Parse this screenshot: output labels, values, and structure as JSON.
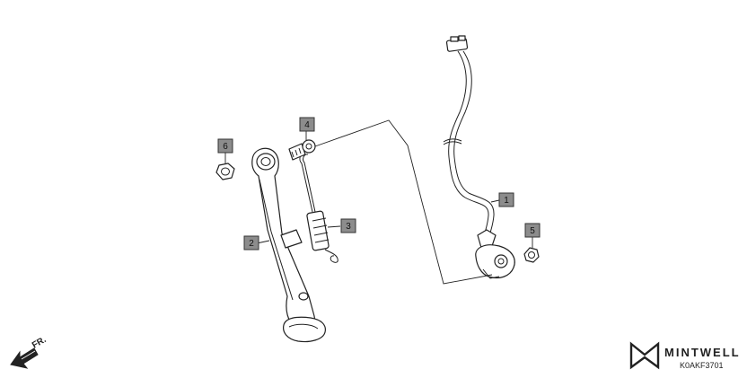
{
  "diagram": {
    "callouts": [
      "1",
      "2",
      "3",
      "4",
      "5",
      "6"
    ],
    "direction_label": "FR.",
    "brand": "MINTWELL",
    "diagram_code": "K0AKF3701",
    "icons": {
      "logo": "mintwell-logo-icon",
      "direction": "front-arrow-icon"
    },
    "colors": {
      "callout_fill": "#8c8c8c",
      "line": "#222222"
    }
  }
}
